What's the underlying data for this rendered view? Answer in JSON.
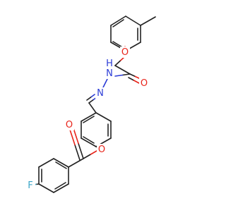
{
  "molecule": {
    "atom_labels": {
      "ether_oxygen": "O",
      "amide_oxygen": "O",
      "amide_nitrogen": "N",
      "amide_h": "H",
      "imine_nitrogen": "N",
      "ester_oxygen": "O",
      "carbonyl_oxygen": "O",
      "fluorine": "F"
    },
    "colors": {
      "bond": "#222222",
      "oxygen": "#e8241a",
      "nitrogen": "#2a3bd6",
      "fluorine": "#3aa6c8"
    }
  }
}
